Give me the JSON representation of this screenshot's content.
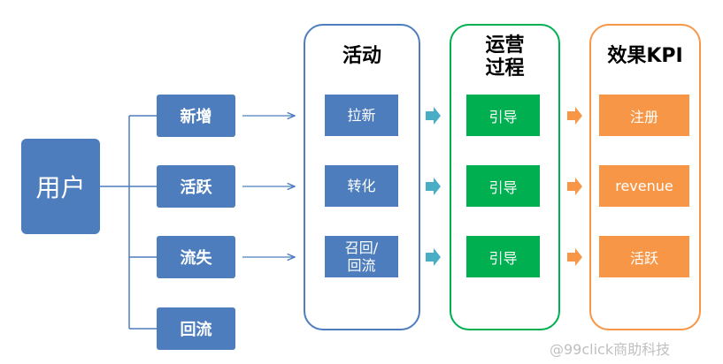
{
  "user": {
    "label": "用户"
  },
  "segments": [
    {
      "label": "新增"
    },
    {
      "label": "活跃"
    },
    {
      "label": "流失"
    },
    {
      "label": "回流"
    }
  ],
  "activity": {
    "title": "活动",
    "items": [
      {
        "label": "拉新"
      },
      {
        "label": "转化"
      },
      {
        "label": "召回/\n回流"
      }
    ]
  },
  "operation": {
    "title": "运营\n过程",
    "items": [
      {
        "label": "引导"
      },
      {
        "label": "引导"
      },
      {
        "label": "引导"
      }
    ]
  },
  "kpi": {
    "title": "效果KPI",
    "items": [
      {
        "label": "注册"
      },
      {
        "label": "revenue"
      },
      {
        "label": "活跃"
      }
    ]
  },
  "watermark": "@99click商助科技",
  "colors": {
    "blue": "#4d7dbd",
    "green": "#00b050",
    "orange": "#f79646",
    "connector_arrow": "#4bacc6",
    "kpi_arrow": "#f79646"
  }
}
